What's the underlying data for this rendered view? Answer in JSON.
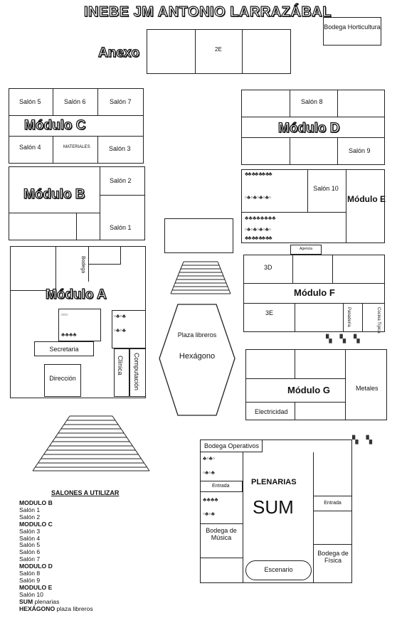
{
  "title": "INEBE JM ANTONIO LARRAZÁBAL",
  "bodega_horticultura": "Bodega Horticultura",
  "anexo": {
    "label": "Anexo",
    "room": "2E"
  },
  "modulo_c": {
    "label": "Módulo C",
    "salon5": "Salón 5",
    "salon6": "Salón 6",
    "salon7": "Salón 7",
    "salon4": "Salón 4",
    "materiales": "MATERIALES",
    "salon3": "Salón 3"
  },
  "modulo_d": {
    "label": "Módulo D",
    "salon8": "Salón 8",
    "salon9": "Salón 9"
  },
  "modulo_b": {
    "label": "Módulo B",
    "salon2": "Salón 2",
    "salon1": "Salón 1"
  },
  "modulo_e": {
    "label": "Módulo E",
    "salon10": "Salón 10",
    "agencia": "Agencia"
  },
  "modulo_a": {
    "label": "Módulo A",
    "bodega": "Bodega",
    "secretaria": "Secretaria",
    "direccion": "Dirección",
    "clinica": "Clínica",
    "computacion": "Computación"
  },
  "hexagono": {
    "plaza": "Plaza libreros",
    "label": "Hexágono"
  },
  "modulo_f": {
    "label": "Módulo F",
    "room3d": "3D",
    "room3e": "3E",
    "panaderia": "Panadería",
    "cocina": "Cocina Típica"
  },
  "modulo_g": {
    "label": "Módulo G",
    "metales": "Metales",
    "electricidad": "Electricidad"
  },
  "sum": {
    "bodega_operativos": "Bodega Operativos",
    "entrada1": "Entrada",
    "entrada2": "Entrada",
    "plenarias": "PLENARIAS",
    "label": "SUM",
    "bodega_musica": "Bodega de Música",
    "escenario": "Escenario",
    "bodega_fisica": "Bodega de Física"
  },
  "list": {
    "heading": "SALONES A UTILIZAR",
    "items": [
      {
        "text": "MODULO B",
        "bold": true
      },
      {
        "text": "Salón 1"
      },
      {
        "text": "Salón 2"
      },
      {
        "text": "MODULO C",
        "bold": true
      },
      {
        "text": "Salón 3"
      },
      {
        "text": "Salón 4"
      },
      {
        "text": "Salón 5"
      },
      {
        "text": "Salón 6"
      },
      {
        "text": "Salón 7"
      },
      {
        "text": "MODULO D",
        "bold": true
      },
      {
        "text": "Salón 8"
      },
      {
        "text": "Salón 9"
      },
      {
        "text": "MODULO E",
        "bold": true
      },
      {
        "text": "Salón 10"
      },
      {
        "text": "SUM",
        "bold": true,
        "suffix": " plenarias"
      },
      {
        "text": "HEXÁGONO",
        "bold": true,
        "suffix": " plaza libreros"
      }
    ]
  }
}
